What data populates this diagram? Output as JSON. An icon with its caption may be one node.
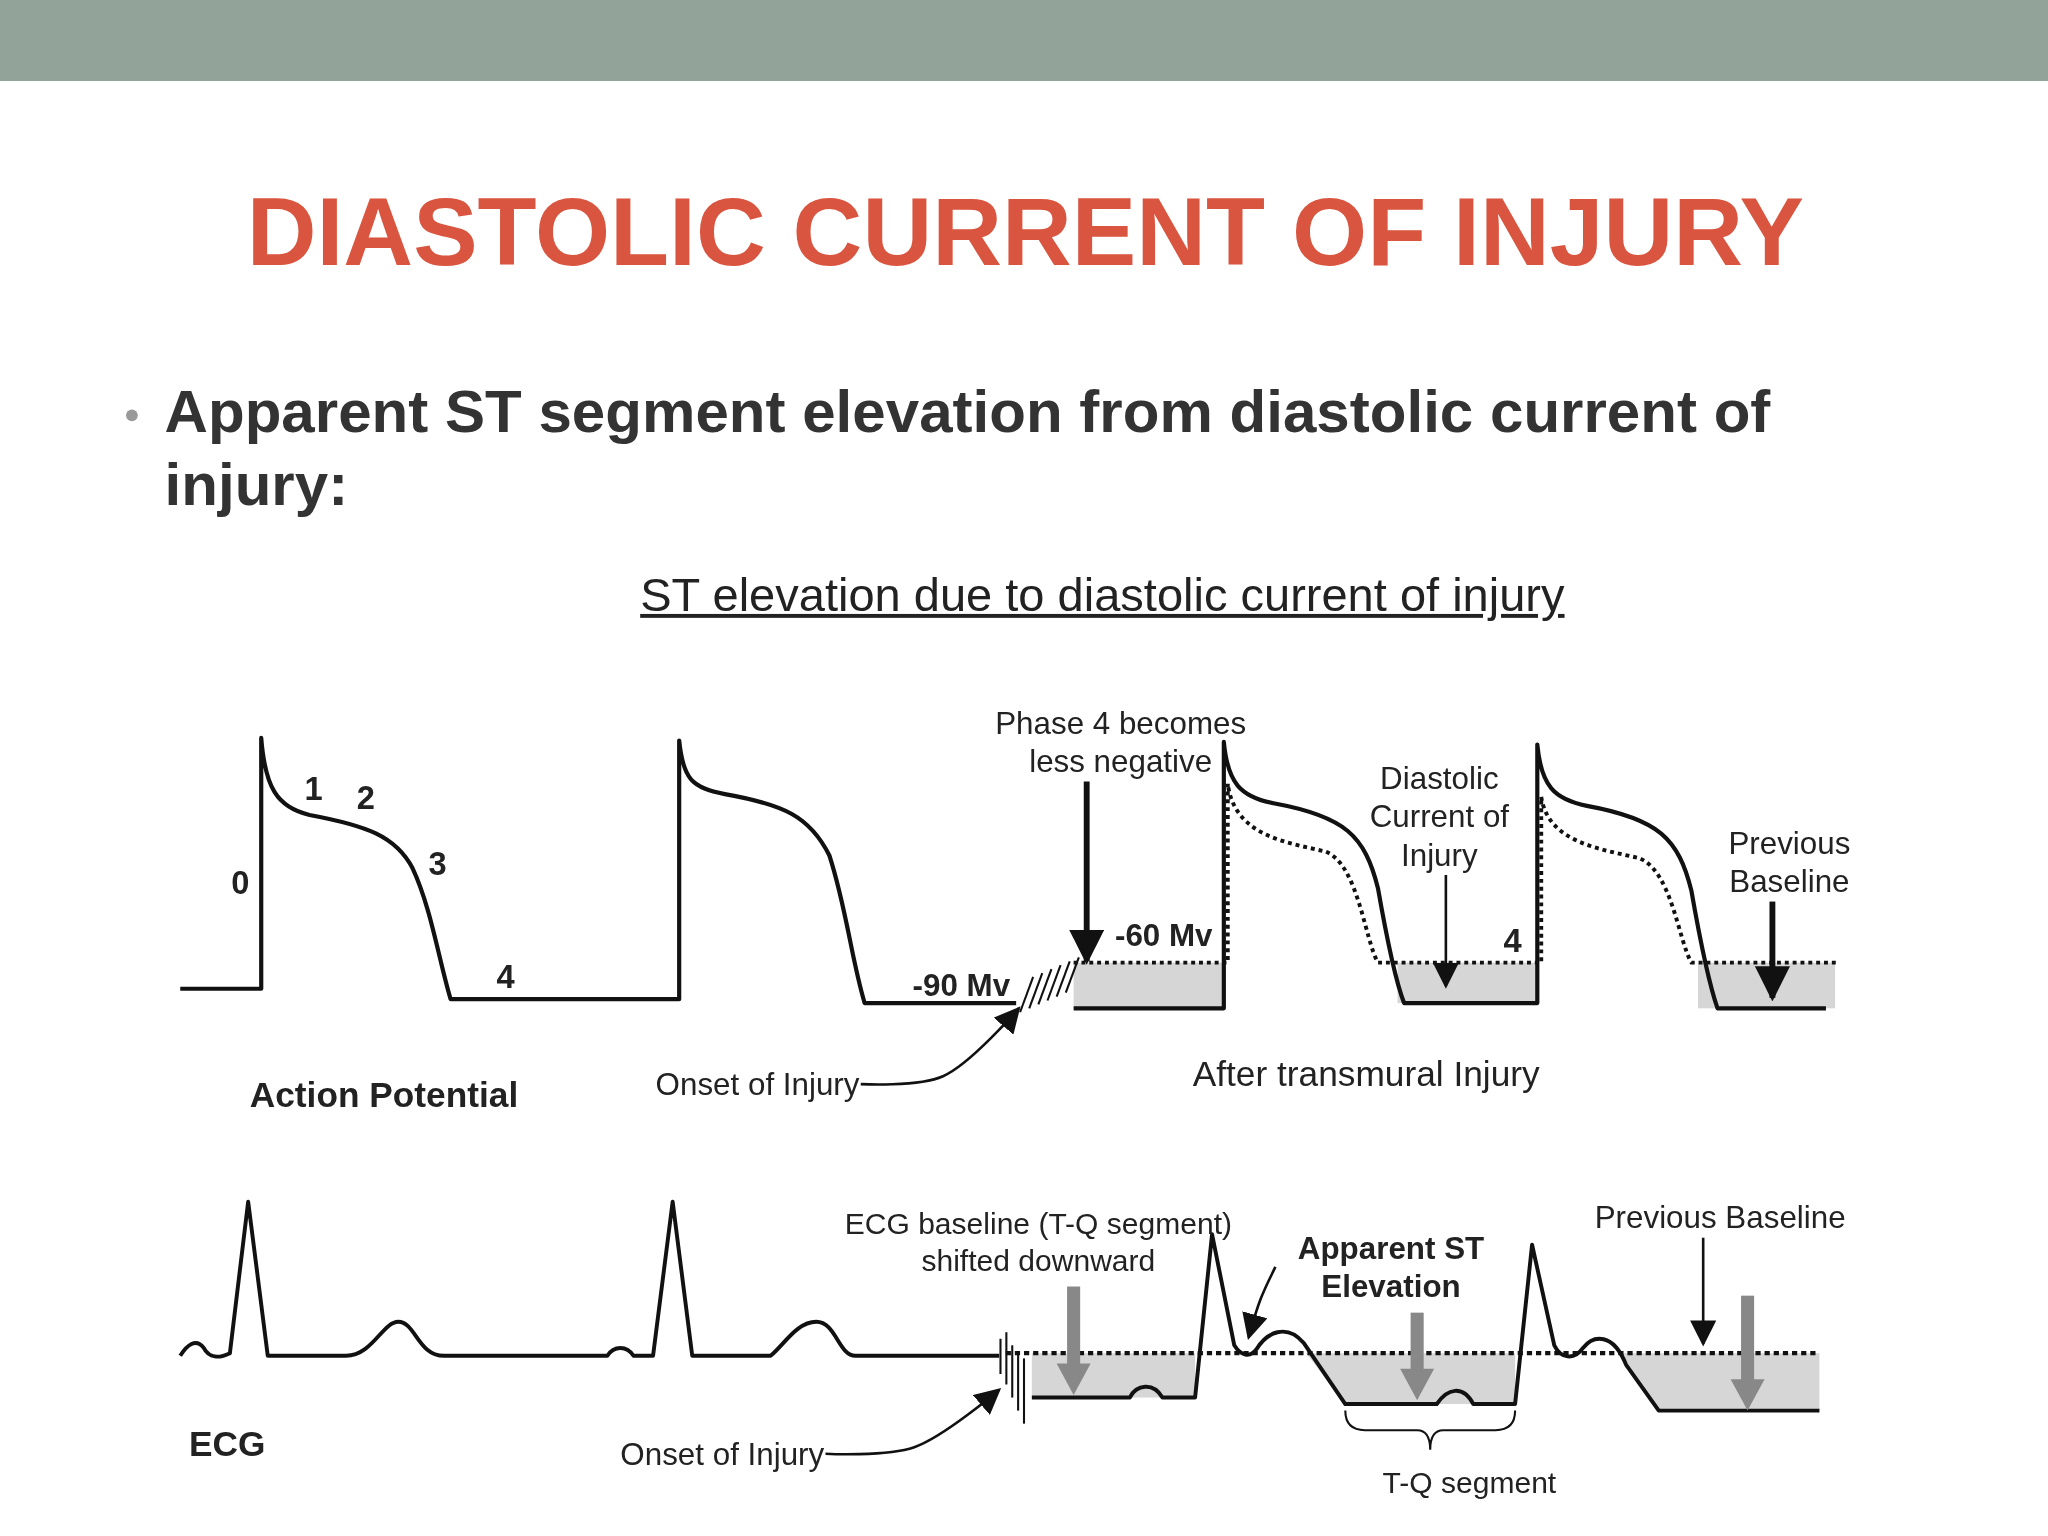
{
  "diagram": {
    "title": "DIASTOLIC CURRENT OF INJURY",
    "nodes": [
      {
        "text": [
          "Phase 4 becomes less negative"
        ]
      },
      {
        "text": [
          "Diastolic Current of Injury"
        ]
      },
      {
        "text": [
          "Previous Baseline"
        ]
      },
      {
        "text": [
          "Onset of Injury"
        ]
      },
      {
        "text": [
          "Apparent ST Elevation"
        ]
      },
      {
        "text": [
          "Previous Baseline"
        ]
      },
      {
        "text": [
          "Onset of Injury"
        ]
      },
      {
        "text": [],
        "shape": "band"
      },
      {
        "text": [],
        "shape": "hatch"
      },
      {
        "text": [],
        "shape": "hatch"
      }
    ],
    "edges": [
      {
        "from": 0,
        "to": 7,
        "arrow": "to",
        "style": "thick"
      },
      {
        "from": 1,
        "to": null,
        "arrow": "to"
      },
      {
        "from": 2,
        "to": null,
        "arrow": "to",
        "style": "thick"
      },
      {
        "from": 3,
        "to": 8,
        "arrow": "to"
      },
      {
        "from": 4,
        "to": null,
        "arrow": "to"
      },
      {
        "from": 5,
        "to": null,
        "arrow": "to"
      },
      {
        "from": 6,
        "to": 9,
        "arrow": "to"
      }
    ],
    "labels": [
      "Apparent ST segment elevation from diastolic current of injury:",
      "ST elevation due to diastolic current of injury",
      "1",
      "2",
      "0",
      "3",
      "4",
      "-60 Mv",
      "4",
      "-90 Mv",
      "Action Potential",
      "After transmural Injury",
      "ECG baseline (T-Q segment) shifted downward",
      "ECG",
      "T-Q segment"
    ]
  }
}
